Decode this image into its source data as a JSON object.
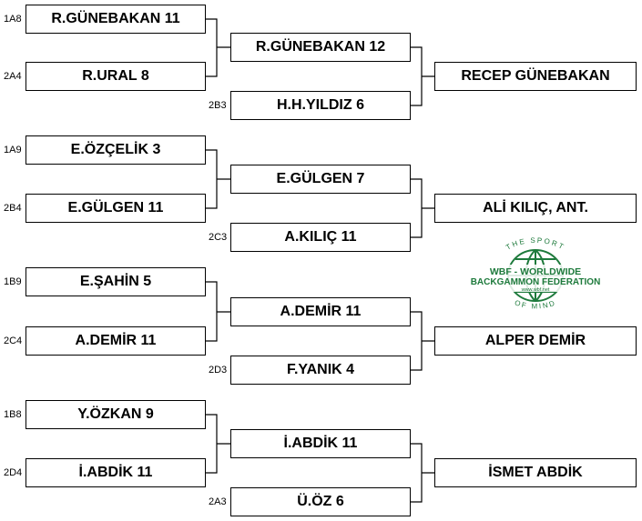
{
  "brackets": [
    {
      "r1": [
        {
          "seed": "1A8",
          "text": "R.GÜNEBAKAN  11"
        },
        {
          "seed": "2A4",
          "text": "R.URAL  8"
        }
      ],
      "r2": [
        {
          "seed": "",
          "text": "R.GÜNEBAKAN  12"
        },
        {
          "seed": "2B3",
          "text": "H.H.YILDIZ  6"
        }
      ],
      "winner": "RECEP GÜNEBAKAN"
    },
    {
      "r1": [
        {
          "seed": "1A9",
          "text": "E.ÖZÇELİK  3"
        },
        {
          "seed": "2B4",
          "text": "E.GÜLGEN  11"
        }
      ],
      "r2": [
        {
          "seed": "",
          "text": "E.GÜLGEN  7"
        },
        {
          "seed": "2C3",
          "text": "A.KILIÇ  11"
        }
      ],
      "winner": "ALİ KILIÇ, ANT."
    },
    {
      "r1": [
        {
          "seed": "1B9",
          "text": "E.ŞAHİN  5"
        },
        {
          "seed": "2C4",
          "text": "A.DEMİR  11"
        }
      ],
      "r2": [
        {
          "seed": "",
          "text": "A.DEMİR  11"
        },
        {
          "seed": "2D3",
          "text": "F.YANIK  4"
        }
      ],
      "winner": "ALPER DEMİR"
    },
    {
      "r1": [
        {
          "seed": "1B8",
          "text": "Y.ÖZKAN  9"
        },
        {
          "seed": "2D4",
          "text": "İ.ABDİK  11"
        }
      ],
      "r2": [
        {
          "seed": "",
          "text": "İ.ABDİK  11"
        },
        {
          "seed": "2A3",
          "text": "Ü.ÖZ  6"
        }
      ],
      "winner": "İSMET ABDİK"
    }
  ],
  "logo": {
    "top_text": "THE SPORT",
    "line1": "WBF - WORLDWIDE",
    "line2": "BACKGAMMON FEDERATION",
    "url": "www.wbf.net",
    "bottom_text": "OF MIND",
    "color": "#1e7a3c"
  }
}
